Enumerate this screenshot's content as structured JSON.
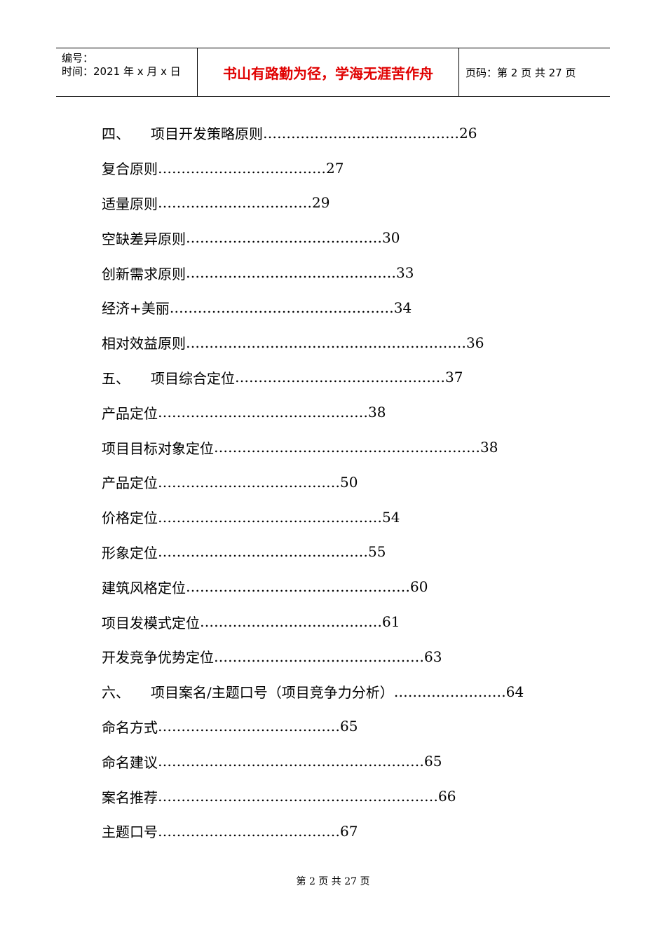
{
  "header": {
    "serial_label": "编号：",
    "time_label": "时间：2021 年 x 月 x 日",
    "motto": "书山有路勤为径，学海无涯苦作舟",
    "page_info": "页码：第 2 页  共 27 页"
  },
  "toc": [
    {
      "num": "四、",
      "title": "项目开发策略原则",
      "dots": "……………………………………",
      "page": "26"
    },
    {
      "num": "",
      "title": "复合原则 ",
      "dots": "………………………………",
      "page": "27"
    },
    {
      "num": "",
      "title": "适量原则 ",
      "dots": "……………………………",
      "page": "29"
    },
    {
      "num": "",
      "title": "空缺差异原则",
      "dots": "……………………………………",
      "page": "30"
    },
    {
      "num": "",
      "title": "创新需求原则",
      "dots": "………………………………………",
      "page": "33"
    },
    {
      "num": "",
      "title": "经济+美丽",
      "dots": "…………………………………………",
      "page": "34"
    },
    {
      "num": "",
      "title": "相对效益原则",
      "dots": "……………………………………………………",
      "page": "36"
    },
    {
      "num": "五、",
      "title": "项目综合定位",
      "dots": "………………………………………",
      "page": "37"
    },
    {
      "num": "",
      "title": "产品定位",
      "dots": "………………………………………",
      "page": "38"
    },
    {
      "num": "",
      "title": "项目目标对象定位",
      "dots": "…………………………………………………",
      "page": "38"
    },
    {
      "num": "",
      "title": "产品定位",
      "dots": "…………………………………",
      "page": "50"
    },
    {
      "num": "",
      "title": "价格定位",
      "dots": "…………………………………………",
      "page": "54"
    },
    {
      "num": "",
      "title": "形象定位",
      "dots": "………………………………………",
      "page": "55"
    },
    {
      "num": "",
      "title": "建筑风格定位",
      "dots": "…………………………………………",
      "page": "60"
    },
    {
      "num": "",
      "title": "项目发模式定位",
      "dots": "…………………………………",
      "page": "61"
    },
    {
      "num": "",
      "title": "开发竞争优势定位",
      "dots": "………………………………………",
      "page": "63"
    },
    {
      "num": "六、",
      "title": "项目案名/主题口号（项目竞争力分析）",
      "dots": "……………………",
      "page": "64"
    },
    {
      "num": "",
      "title": "命名方式",
      "dots": "…………………………………",
      "page": "65"
    },
    {
      "num": "",
      "title": "命名建议",
      "dots": "…………………………………………………",
      "page": "65"
    },
    {
      "num": "",
      "title": "案名推荐",
      "dots": "……………………………………………………",
      "page": "66"
    },
    {
      "num": "",
      "title": "主题口号",
      "dots": "…………………………………",
      "page": "67"
    }
  ],
  "footer": {
    "text": "第  2  页  共  27  页"
  }
}
